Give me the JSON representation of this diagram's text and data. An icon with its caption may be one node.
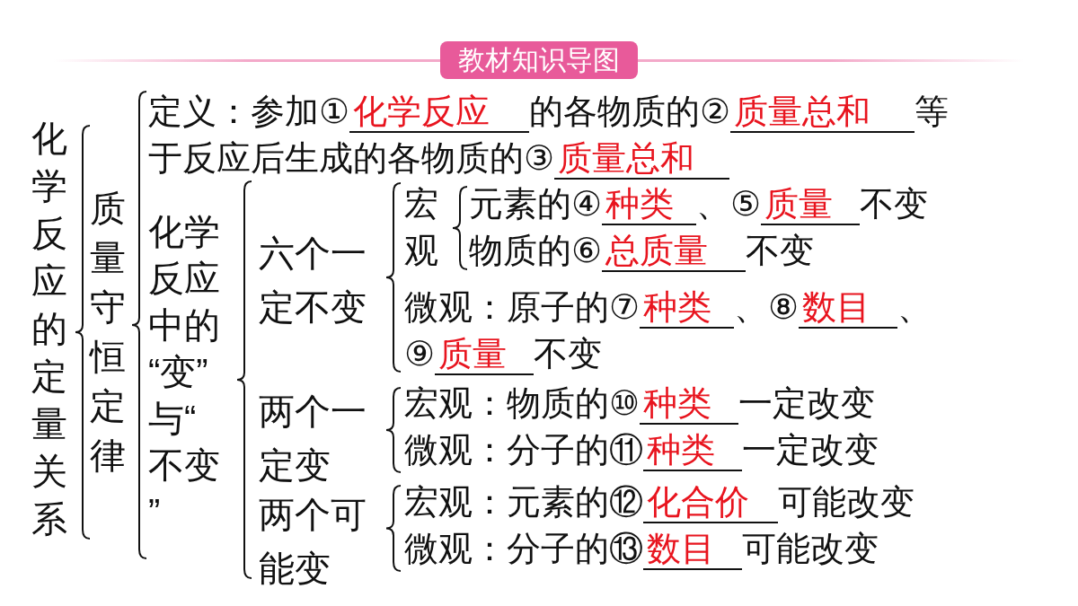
{
  "diagram": {
    "title": "教材知识导图",
    "labels": [
      "化学反应的定量关系",
      "质量守恒定律",
      "定义：参加①",
      "化学反应",
      "的各物质的②",
      "质量总和",
      "等于反应后生成的各物质的③",
      "质量总和",
      "化学反应中的“变”与“不变”",
      "六个一定不变",
      "宏观",
      "元素的④",
      "种类",
      "、⑤",
      "质量",
      "不变",
      "物质的⑥",
      "总质量",
      "不变",
      "微观：原子的⑦",
      "种类",
      "、⑧",
      "数目",
      "、",
      "⑨",
      "质量",
      "不变",
      "两个一定变",
      "宏观：物质的⑩",
      "种类",
      "一定改变",
      "微观：分子的⑪",
      "种类",
      "一定改变",
      "两个可能变",
      "宏观：元素的⑫",
      "化合价",
      "可能改变",
      "微观：分子的⑬",
      "数目",
      "可能改变"
    ]
  }
}
